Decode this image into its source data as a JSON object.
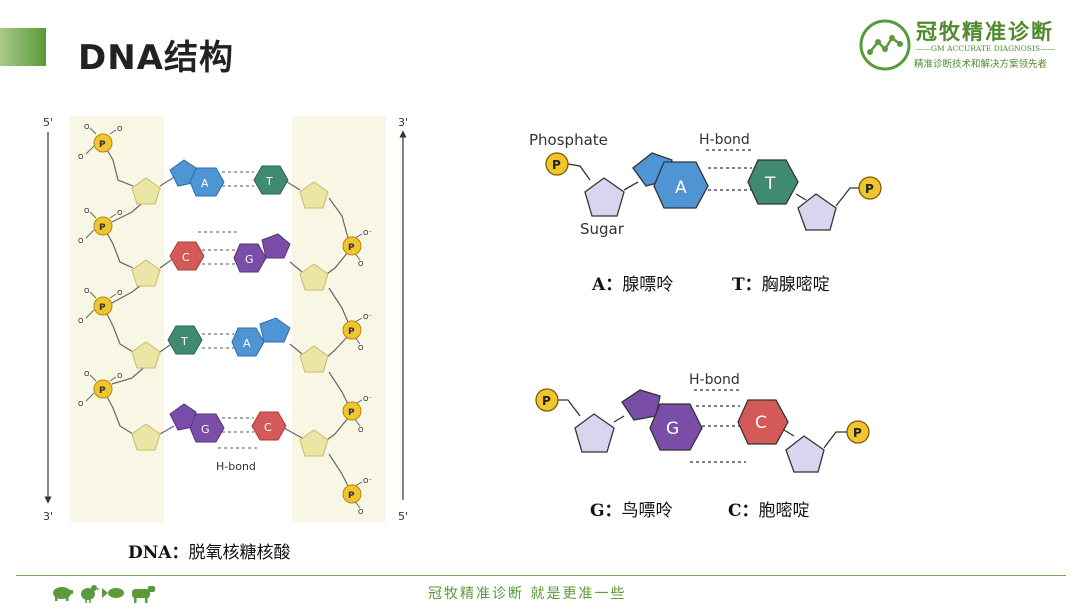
{
  "slide": {
    "title": "DNA结构",
    "footer_slogan": "冠牧精准诊断 就是更准一些"
  },
  "logo": {
    "name_cn": "冠牧精准诊断",
    "name_en": "——GM ACCURATE DIAGNOSIS——",
    "slogan": "精准诊断技术和解决方案领先者"
  },
  "colors": {
    "accent_green": "#5a9a3a",
    "adenine": "#4f95d4",
    "thymine": "#3f8a70",
    "cytosine": "#d45a5a",
    "guanine": "#7a4ea8",
    "sugar": "#ece6a6",
    "sugar_right": "#d8d6ee",
    "phosphate": "#f0c52e"
  },
  "dna_diagram": {
    "five_prime": "5'",
    "three_prime": "3'",
    "phosphate_label": "P",
    "oxygen_label": "O",
    "oxygen_minus_label": "O⁻",
    "hbond_label": "H-bond",
    "pairs": [
      {
        "left": "A",
        "right": "T"
      },
      {
        "left": "C",
        "right": "G"
      },
      {
        "left": "T",
        "right": "A"
      },
      {
        "left": "G",
        "right": "C"
      }
    ],
    "caption_bold": "DNA：",
    "caption_text": "脱氧核糖核酸"
  },
  "at_pair": {
    "phosphate_text": "Phosphate",
    "sugar_text": "Sugar",
    "hbond_text": "H-bond",
    "p_label": "P",
    "base_left": "A",
    "base_right": "T",
    "legend_a_key": "A：",
    "legend_a_value": "腺嘌呤",
    "legend_t_key": "T：",
    "legend_t_value": "胸腺嘧啶"
  },
  "gc_pair": {
    "hbond_text": "H-bond",
    "p_label": "P",
    "base_left": "G",
    "base_right": "C",
    "legend_g_key": "G：",
    "legend_g_value": "鸟嘌呤",
    "legend_c_key": "C：",
    "legend_c_value": "胞嘧啶"
  },
  "footer_icons": [
    "pig-icon",
    "chicken-icon",
    "fish-icon",
    "cow-icon"
  ]
}
